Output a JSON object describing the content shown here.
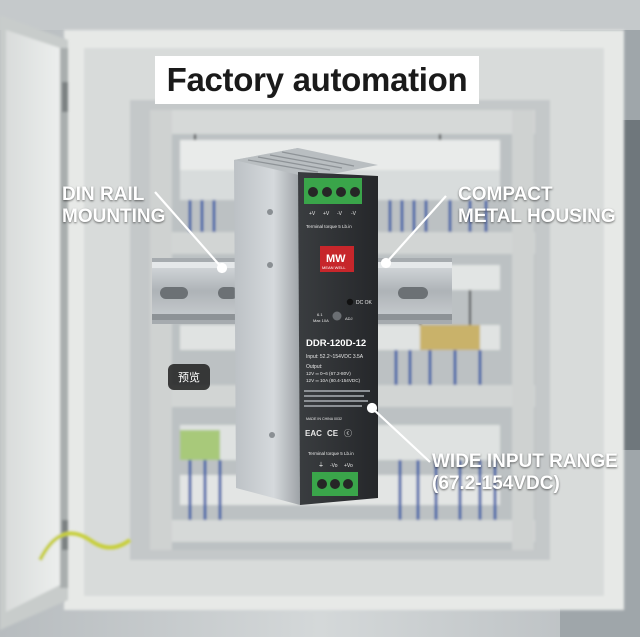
{
  "title": "Factory automation",
  "callouts": {
    "din_rail": {
      "line1": "DIN RAIL",
      "line2": "MOUNTING"
    },
    "metal_housing": {
      "line1": "COMPACT",
      "line2": "METAL HOUSING"
    },
    "input_range": {
      "line1": "WIDE INPUT RANGE",
      "line2": "(67.2-154VDC)"
    }
  },
  "device": {
    "brand_logo": "MW",
    "brand_name": "MEAN WELL",
    "model": "DDR-120D-12",
    "dc_ok_label": "DC OK",
    "input_spec": "Input: 52.2~154VDC 3.5A",
    "output_label": "Output:",
    "output_line1": "12V ═ 0~6 (67.2-80V)",
    "output_line2": "12V ═ 10A (80.4-154VDC)",
    "top_terminal_labels": [
      "+V",
      "+V",
      "-V",
      "-V"
    ],
    "top_torque_note": "Terminal torque 5 Lb.in",
    "bottom_torque_note": "Terminal torque 5 Lb.in",
    "bottom_terminal_labels": [
      "⏚",
      "-Vo",
      "+Vo"
    ],
    "cert_marks": [
      "EAC",
      "CE",
      "ⓒ"
    ],
    "adj_labels": [
      "6.1",
      "Max 10A",
      "ADJ"
    ],
    "small_note": "MADE IN CHINA 0032"
  },
  "preview_button": {
    "label": "预览"
  },
  "colors": {
    "cabinet": "#e7e9e7",
    "cabinet_inner": "#c7cbcc",
    "psu_face": "#2f3235",
    "psu_side": "#a9aeb2",
    "terminal_green": "#3aa54a",
    "din_rail": "#b9bec2",
    "logo_red": "#c7262b"
  }
}
